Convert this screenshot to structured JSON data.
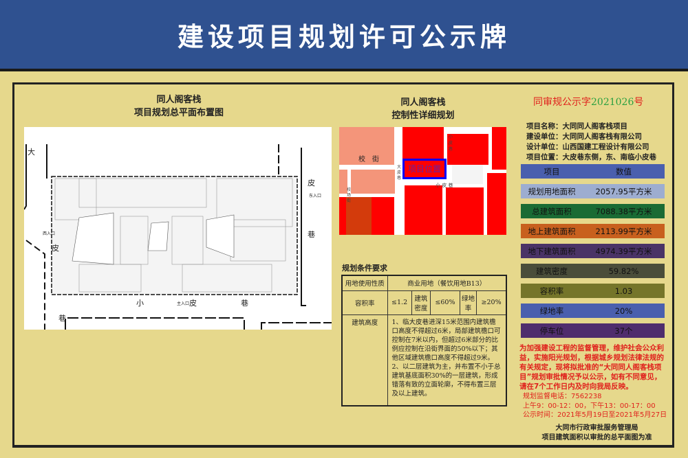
{
  "title": "建设项目规划许可公示牌",
  "site_plan": {
    "title_line1": "同人阁客栈",
    "title_line2": "项目规划总平面布置图",
    "labels": {
      "da": "大",
      "pi_left": "皮",
      "xiang_left": "巷",
      "pi_right": "皮",
      "xiang_right": "巷",
      "xiao": "小",
      "pi_bottom": "皮",
      "xiang_bottom": "巷",
      "west_entrance": "西入口",
      "east_entrance": "东入口",
      "main_entrance": "主入口"
    }
  },
  "detail_plan": {
    "title_line1": "同人阁客栈",
    "title_line2": "控制性详细规划",
    "labels": {
      "xiaojie": "校　街",
      "project_location": "项目位置",
      "dapixiang": "大皮巷",
      "xiaopixiang": "小皮巷",
      "xiaopixiang_h": "小 皮 巷",
      "jiaochang": "校场街"
    }
  },
  "conditions": {
    "heading": "规划条件要求",
    "land_use_label": "用地使用性质",
    "land_use_value": "商业用地（餐饮用地B13）",
    "far_label": "容积率",
    "far_value": "≤1.2",
    "density_label": "建筑密度",
    "density_value": "≤60%",
    "green_label": "绿地率",
    "green_value": "≥20%",
    "height_label": "建筑高度",
    "height_value": "1、临大皮巷进深15米范围内建筑檐口高度不得超过6米，局部建筑檐口可控制在7米以内，但超过6米部分的比例应控制在沿街界面的50%以下；其他区域建筑檐口高度不得超过9米。\n2、以二层建筑为主，并布置不小于总建筑基底面积30%的一层建筑，形成错落有致的立面轮廓，不得布置三层及以上建筑。"
  },
  "permit_no": {
    "prefix": "同审规公示字",
    "number": "2021026",
    "suffix": "号"
  },
  "info": [
    {
      "label": "项目名称：",
      "value": "大同同人阁客栈项目"
    },
    {
      "label": "建设单位：",
      "value": "大同同人阁客栈有限公司"
    },
    {
      "label": "设计单位：",
      "value": "山西国建工程设计有限公司"
    },
    {
      "label": "项目位置：",
      "value": "大皮巷东侧，东、南临小皮巷"
    }
  ],
  "table": {
    "header": {
      "item": "项目",
      "value": "数值",
      "color": "#4a5fae"
    },
    "rows": [
      {
        "item": "规划用地面积",
        "value": "2057.95平方米",
        "color": "#9dadd0"
      },
      {
        "item": "总建筑面积",
        "value": "7088.38平方米",
        "color": "#1a6b34"
      },
      {
        "item": "地上建筑面积",
        "value": "2113.99平方米",
        "color": "#c8601e"
      },
      {
        "item": "地下建筑面积",
        "value": "4974.39平方米",
        "color": "#4a3366"
      },
      {
        "item": "建筑密度",
        "value": "59.82%",
        "color": "#4a4d3a"
      },
      {
        "item": "容积率",
        "value": "1.03",
        "color": "#75752a"
      },
      {
        "item": "绿地率",
        "value": "20%",
        "color": "#4a5fae"
      },
      {
        "item": "停车位",
        "value": "37个",
        "color": "#4f2d6d"
      }
    ]
  },
  "notice": "为加强建设工程的监督管理，维护社会公众利益，实施阳光规划，根据城乡规划法律法规的有关规定，现将拟批准的“大同同人阁客栈项目”规划审批情况予以公示，如有不同意见，请在7个工作日内及时向我局反映。",
  "contact": {
    "phone": "规划监督电话：7562238",
    "hours": "上午9：00-12：00，下午13：00-17：00",
    "period": "公示时间：2021年5月19日至2021年5月27日"
  },
  "footer": {
    "authority": "大同市行政审批服务管理局",
    "note": "项目建筑面积以审批的总平面图为准"
  }
}
